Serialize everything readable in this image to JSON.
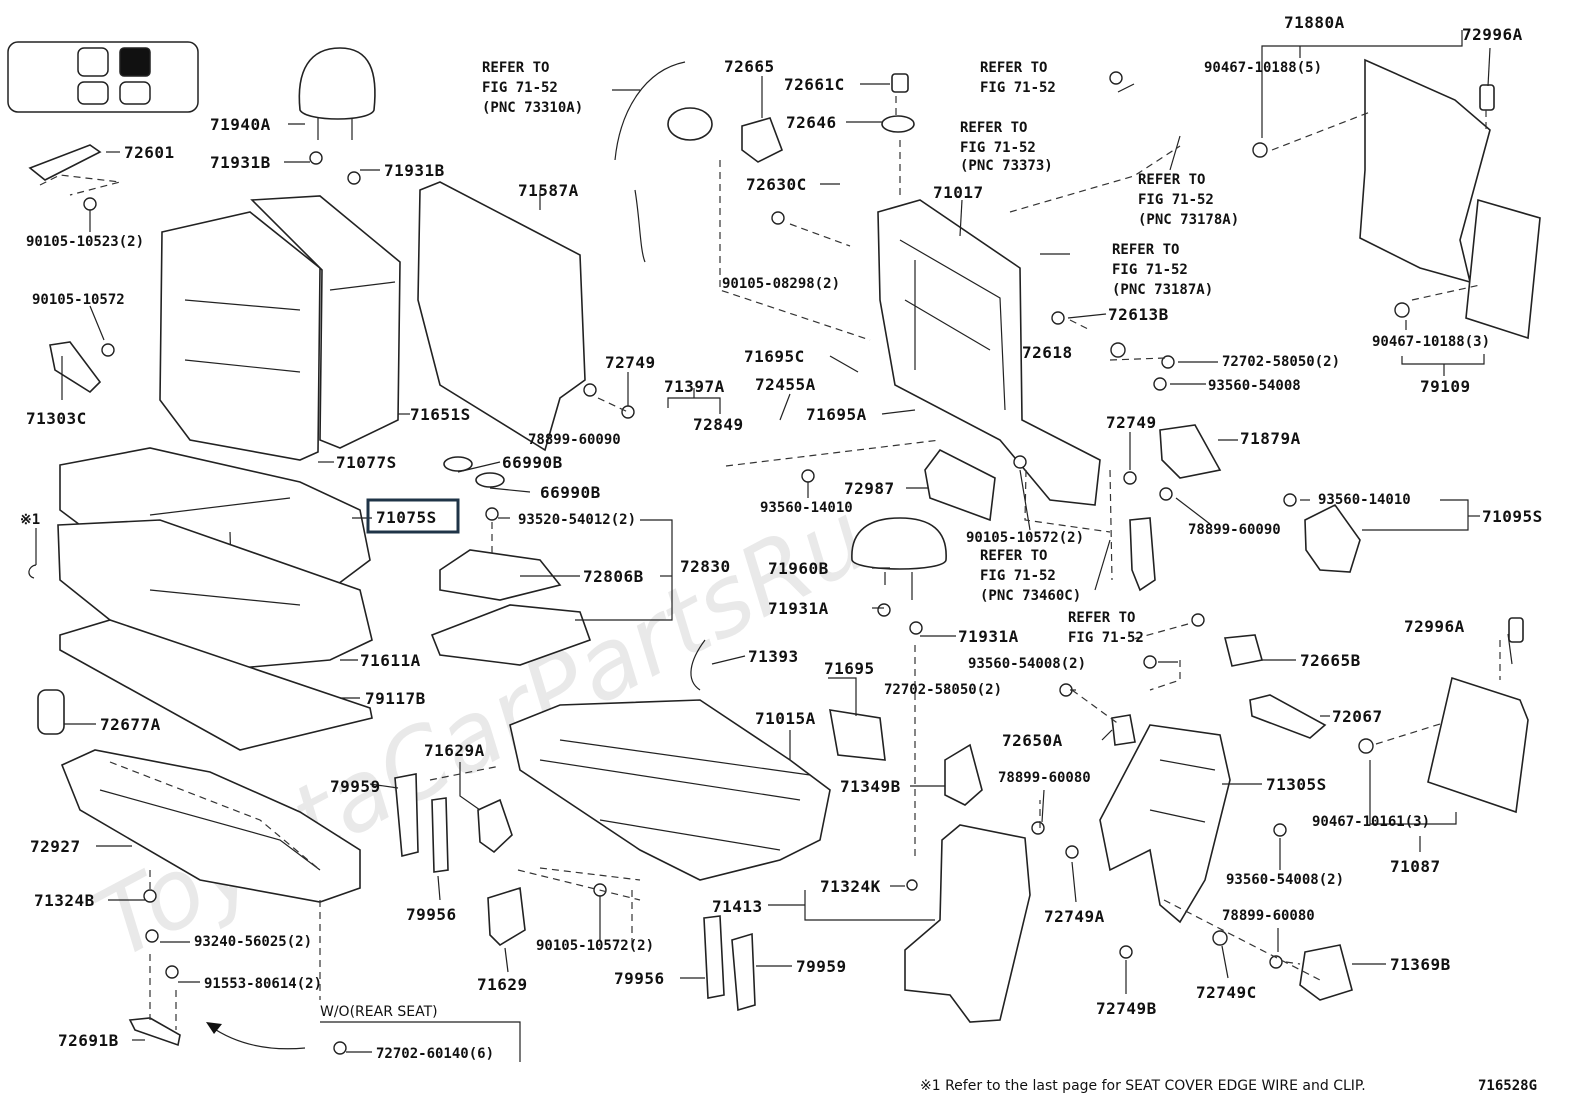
{
  "diagram_id": "716528G",
  "watermark": "ToyotaCarPartsRu",
  "legend_mark": "※1",
  "footnote": "※1 Refer to the last page for SEAT COVER EDGE WIRE and CLIP.",
  "highlighted_part": "71075S",
  "wo_rear_seat": "W/O(REAR SEAT)",
  "refs": {
    "r1": [
      "REFER TO",
      "FIG 71-52",
      "(PNC 73310A)"
    ],
    "r2": [
      "REFER TO",
      "FIG 71-52"
    ],
    "r3": [
      "REFER TO",
      "FIG 71-52",
      "(PNC 73373)"
    ],
    "r4": [
      "REFER TO",
      "FIG 71-52",
      "(PNC 73178A)"
    ],
    "r5": [
      "REFER TO",
      "FIG 71-52",
      "(PNC 73187A)"
    ],
    "r6": [
      "REFER TO",
      "FIG 71-52",
      "(PNC 73460C)"
    ],
    "r7": [
      "REFER TO",
      "FIG 71-52"
    ]
  },
  "labels": {
    "p71940A": "71940A",
    "p72601": "72601",
    "p71931B_l": "71931B",
    "p71931B_r": "71931B",
    "p90105_10523": "90105-10523(2)",
    "p90105_10572_a": "90105-10572",
    "p71303C": "71303C",
    "p71587A": "71587A",
    "p71651S": "71651S",
    "p71077S": "71077S",
    "p66990B_a": "66990B",
    "p66990B_b": "66990B",
    "p71075S": "71075S",
    "p93520_54012": "93520-54012(2)",
    "p72806B": "72806B",
    "p72830": "72830",
    "p71611A": "71611A",
    "p79117B": "79117B",
    "p72677A": "72677A",
    "p72927": "72927",
    "p71324B": "71324B",
    "p93240_56025": "93240-56025(2)",
    "p91553_80614": "91553-80614(2)",
    "p72691B": "72691B",
    "p72702_60140": "72702-60140(6)",
    "p72749_a": "72749",
    "p71397A": "71397A",
    "p72849": "72849",
    "p78899_60090_a": "78899-60090",
    "p72665": "72665",
    "p72661C": "72661C",
    "p72646": "72646",
    "p72630C": "72630C",
    "p71017": "71017",
    "p90105_08298": "90105-08298(2)",
    "p71695C": "71695C",
    "p72455A": "72455A",
    "p71695A": "71695A",
    "p93560_14010_a": "93560-14010",
    "p72987": "72987",
    "p71960B": "71960B",
    "p71931A_l": "71931A",
    "p71931A_r": "71931A",
    "p71393": "71393",
    "p71695": "71695",
    "p71015A": "71015A",
    "p71629A": "71629A",
    "p79959_a": "79959",
    "p79956_a": "79956",
    "p71629": "71629",
    "p90105_10572_b": "90105-10572(2)",
    "p79956_b": "79956",
    "p79959_b": "79959",
    "p71413": "71413",
    "p71324K": "71324K",
    "p71349B": "71349B",
    "p72613B": "72613B",
    "p72618": "72618",
    "p72702_58050_a": "72702-58050(2)",
    "p93560_54008_a": "93560-54008",
    "p72749_b": "72749",
    "p71879A": "71879A",
    "p78899_60090_b": "78899-60090",
    "p90105_10572_c": "90105-10572(2)",
    "p93560_54008_b": "93560-54008(2)",
    "p72702_58050_b": "72702-58050(2)",
    "p72650A": "72650A",
    "p78899_60080_a": "78899-60080",
    "p72749A": "72749A",
    "p72749B": "72749B",
    "p72067": "72067",
    "p71305S": "71305S",
    "p72665B": "72665B",
    "p93560_54008_c": "93560-54008(2)",
    "p78899_60080_b": "78899-60080",
    "p72749C": "72749C",
    "p71369B": "71369B",
    "p71880A": "71880A",
    "p72996A_t": "72996A",
    "p90467_10188_5": "90467-10188(5)",
    "p90467_10188_3": "90467-10188(3)",
    "p79109": "79109",
    "p93560_14010_b": "93560-14010",
    "p71095S": "71095S",
    "p72996A_b": "72996A",
    "p90467_10161": "90467-10161(3)",
    "p71087": "71087"
  }
}
